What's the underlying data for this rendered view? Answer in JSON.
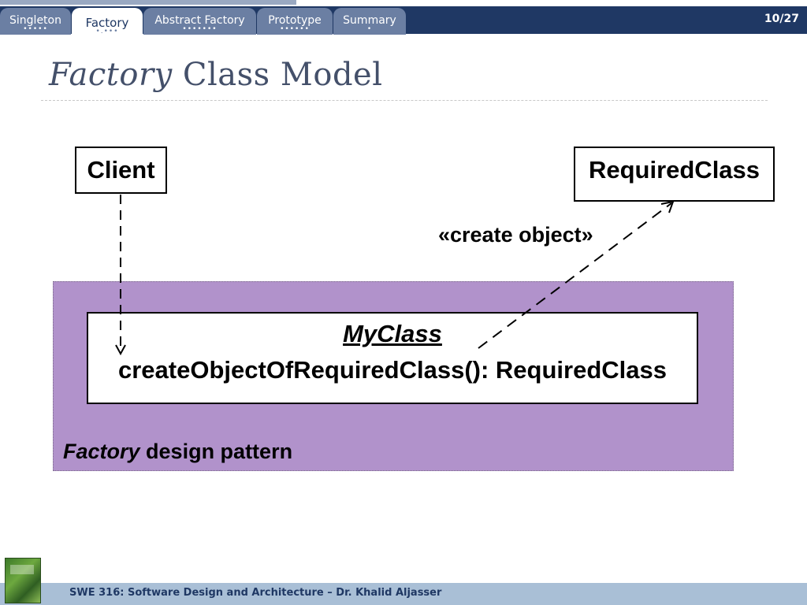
{
  "nav": {
    "tabs": [
      {
        "label": "Singleton",
        "dots": "•••••",
        "active": false
      },
      {
        "label": "Factory",
        "dots": "•.•••",
        "active": true
      },
      {
        "label": "Abstract Factory",
        "dots": "•••••••",
        "active": false
      },
      {
        "label": "Prototype",
        "dots": "••••••",
        "active": false
      },
      {
        "label": "Summary",
        "dots": "•",
        "active": false
      }
    ],
    "page_counter": "10/27"
  },
  "title": {
    "italic_part": "Factory",
    "rest": " Class Model"
  },
  "diagram": {
    "client_label": "Client",
    "required_class_label": "RequiredClass",
    "stereotype_label": "«create object»",
    "myclass_name": "MyClass",
    "myclass_method": "createObjectOfRequiredClass(): RequiredClass",
    "pattern_label_italic": "Factory",
    "pattern_label_rest": " design pattern",
    "colors": {
      "pattern_region": "#b192cb",
      "nav_bar": "#1f3864",
      "footer_bar": "#a9bfd6"
    }
  },
  "footer": {
    "text": "SWE 316: Software Design and Architecture – Dr. Khalid Aljasser",
    "thumbnail_icon": "book-cover-icon"
  }
}
